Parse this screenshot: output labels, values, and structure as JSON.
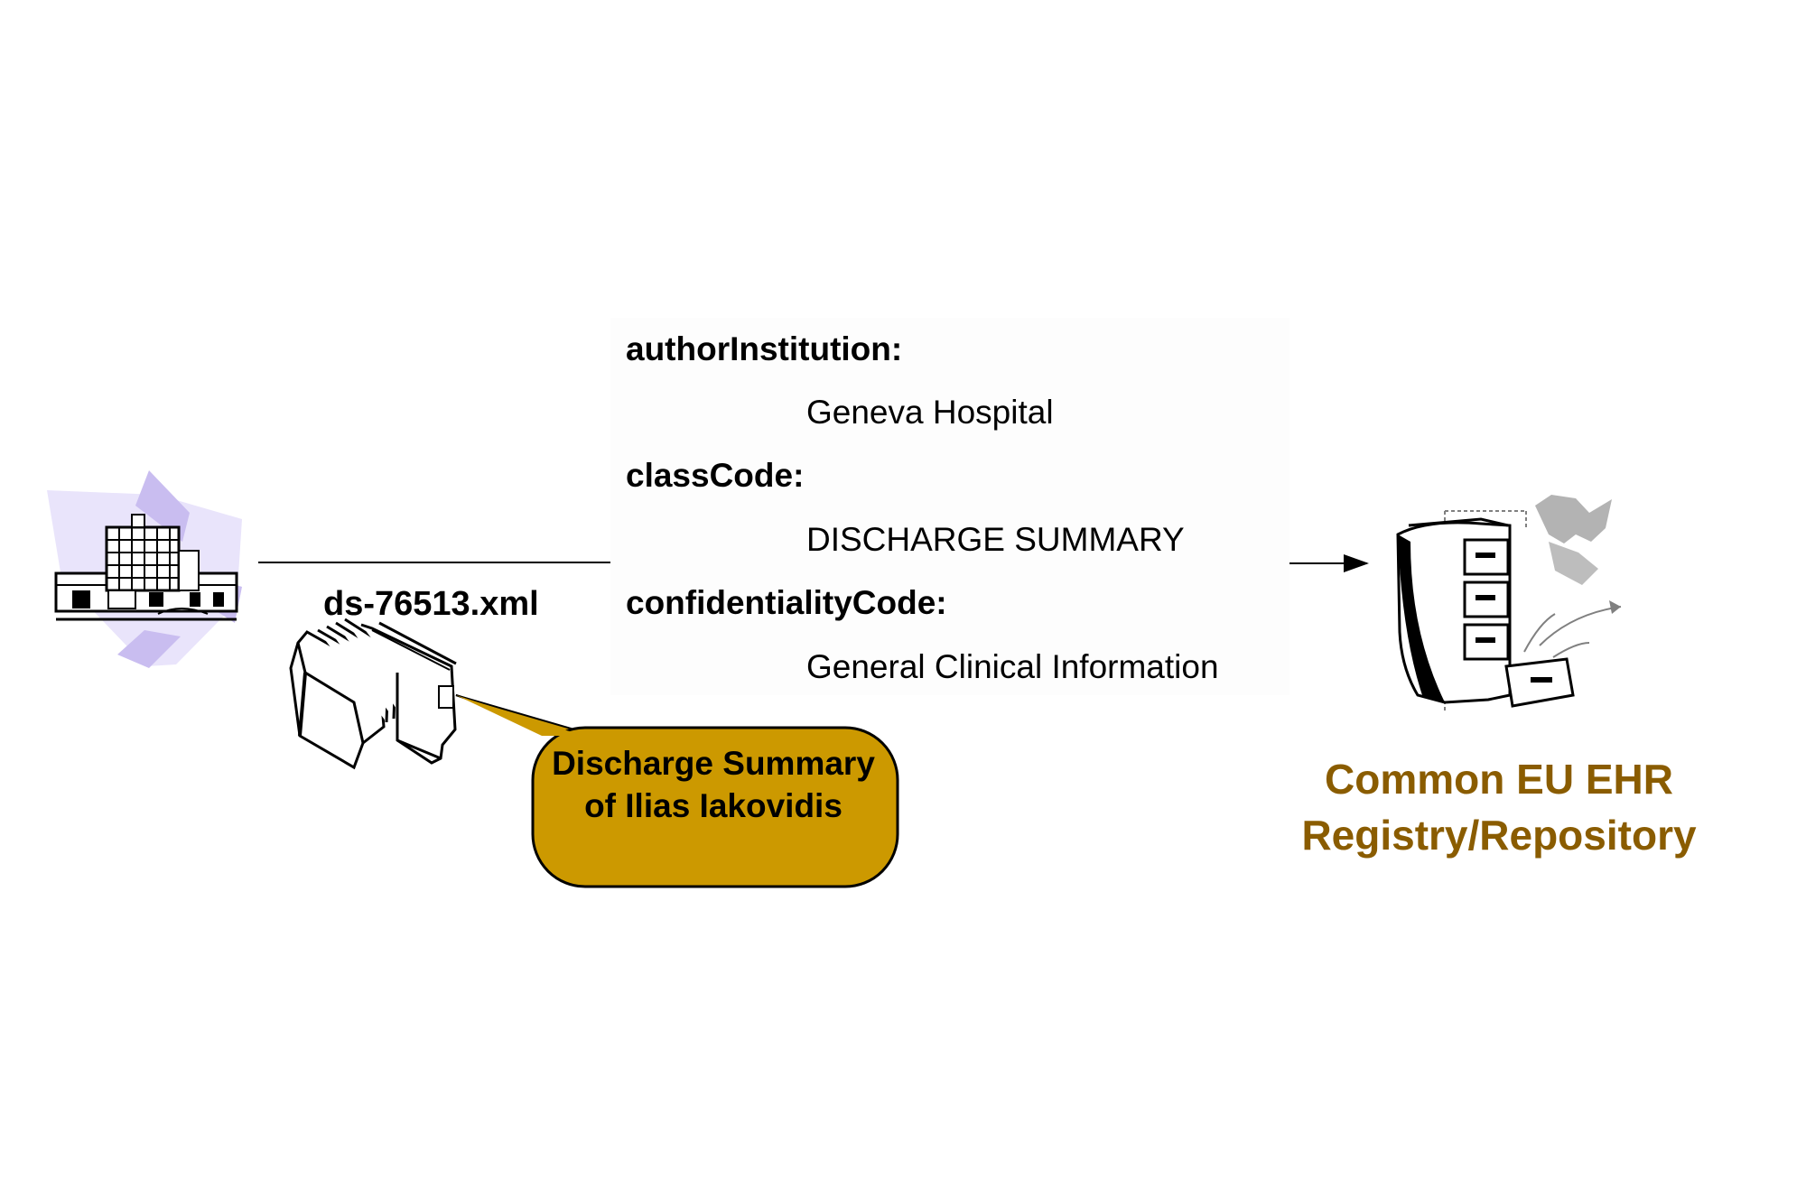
{
  "metadata": [
    {
      "key": "authorInstitution:",
      "value": "Geneva Hospital"
    },
    {
      "key": "classCode:",
      "value": "DISCHARGE SUMMARY"
    },
    {
      "key": "confidentialityCode:",
      "value": "General Clinical Information"
    }
  ],
  "document": {
    "filename": "ds-76513.xml",
    "description": "Discharge Summary of Ilias Iakovidis"
  },
  "registry": {
    "title_line1": "Common EU EHR",
    "title_line2": "Registry/Repository"
  },
  "colors": {
    "callout_fill": "#cc9900",
    "registry_title": "#8a5c00",
    "hospital_backdrop": "#c9bdf0"
  },
  "icons": {
    "source": "hospital-building-icon",
    "document": "file-folders-icon",
    "destination": "filing-cabinet-icon"
  }
}
